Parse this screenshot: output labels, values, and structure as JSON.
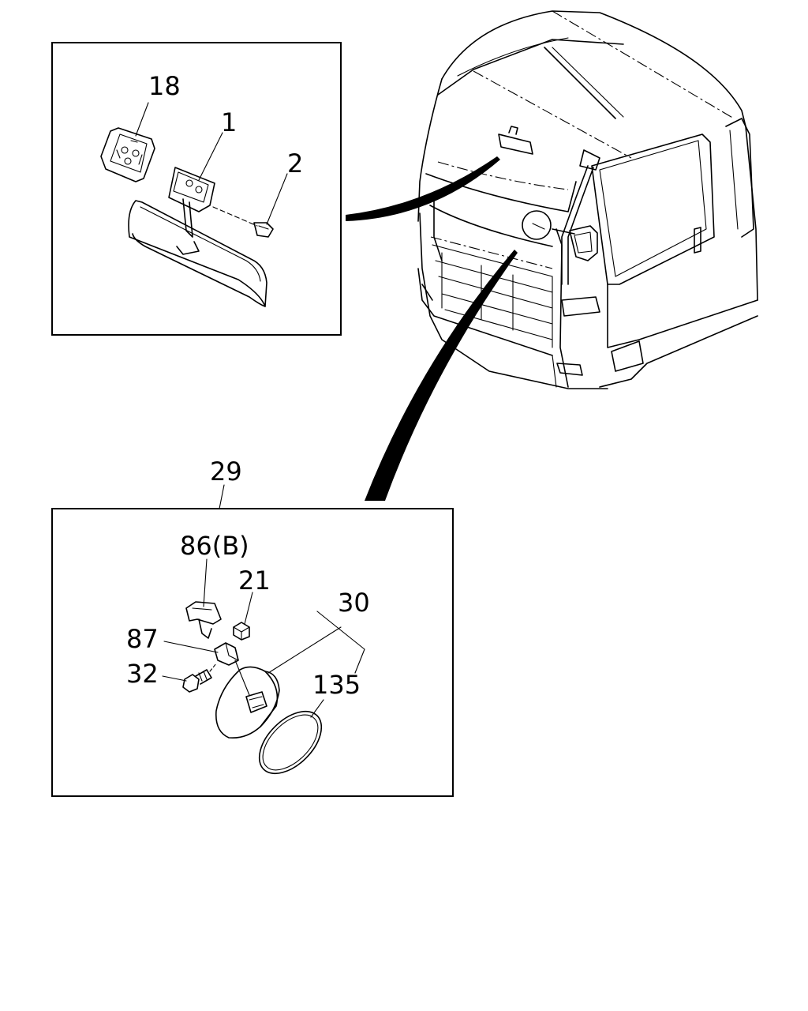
{
  "labels": {
    "l18": "18",
    "l1": "1",
    "l2": "2",
    "l29": "29",
    "l86b": "86(B)",
    "l21": "21",
    "l30": "30",
    "l87": "87",
    "l32": "32",
    "l135": "135"
  }
}
